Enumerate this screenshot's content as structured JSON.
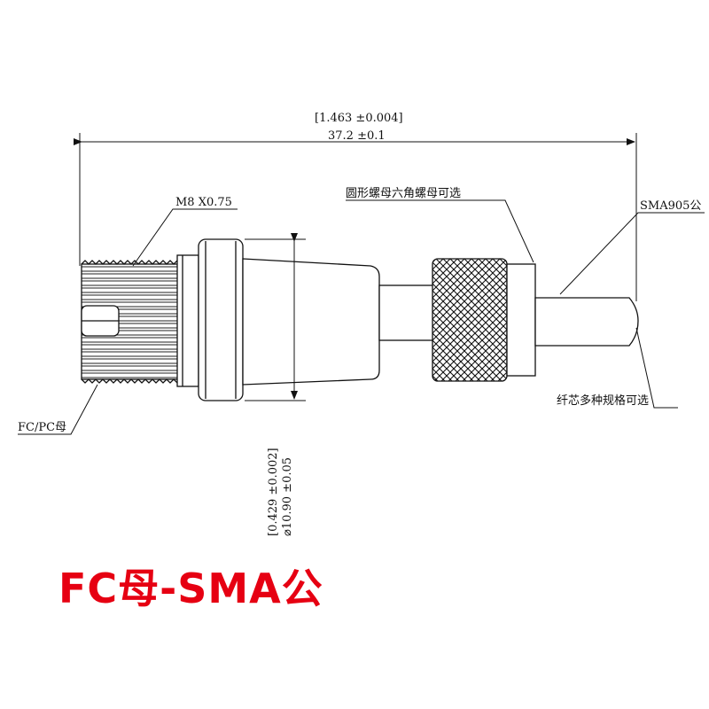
{
  "dimensions": {
    "length_inch": "[1.463 ±0.004]",
    "length_mm": "37.2 ±0.1",
    "diameter_inch": "[0.429 ±0.002]",
    "diameter_mm": "⌀10.90 ±0.05"
  },
  "labels": {
    "thread": "M8 X0.75",
    "nut_option": "圆形螺母六角螺母可选",
    "sma_male": "SMA905公",
    "core_option": "纤芯多种规格可选",
    "fc_female": "FC/PC母"
  },
  "title": "FC母-SMA公",
  "colors": {
    "title": "#e60012",
    "line": "#111111"
  }
}
